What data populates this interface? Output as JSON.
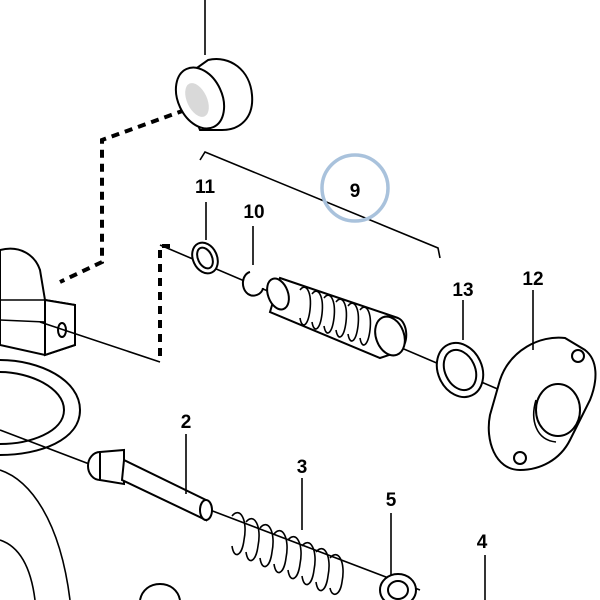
{
  "diagram": {
    "part_labels": {
      "p2": "2",
      "p3": "3",
      "p4": "4",
      "p5": "5",
      "p9": "9",
      "p10": "10",
      "p11": "11",
      "p12": "12",
      "p13": "13"
    },
    "highlighted_part": "9",
    "colors": {
      "line": "#000000",
      "highlight": "#a9c2dc",
      "background": "#ffffff"
    }
  }
}
